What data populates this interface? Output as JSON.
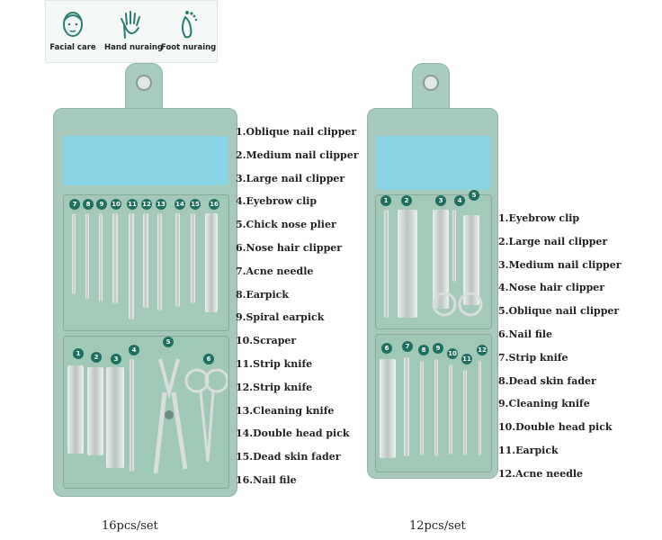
{
  "top_icons": [
    {
      "label": "Facial care",
      "icon": "face-icon"
    },
    {
      "label": "Hand nuraing",
      "icon": "hand-icon"
    },
    {
      "label": "Foot nuraing",
      "icon": "foot-icon"
    }
  ],
  "set16": {
    "label": "16pcs/set",
    "badges_top": [
      "7",
      "8",
      "9",
      "10",
      "11",
      "12",
      "13",
      "14",
      "15",
      "16"
    ],
    "badges_bottom": [
      "1",
      "2",
      "3",
      "4",
      "5",
      "6"
    ],
    "items": [
      "1.Oblique nail clipper",
      "2.Medium nail clipper",
      "3.Large nail clipper",
      "4.Eyebrow clip",
      "5.Chick nose plier",
      "6.Nose hair clipper",
      "7.Acne needle",
      "8.Earpick",
      "9.Spiral earpick",
      "10.Scraper",
      "11.Strip knife",
      "12.Strip knife",
      "13.Cleaning knife",
      "14.Double head pick",
      "15.Dead skin fader",
      "16.Nail file"
    ]
  },
  "set12": {
    "label": "12pcs/set",
    "badges_top": [
      "1",
      "2",
      "3",
      "4",
      "5"
    ],
    "badges_bottom": [
      "6",
      "7",
      "8",
      "9",
      "10",
      "11",
      "12"
    ],
    "items": [
      "1.Eyebrow clip",
      "2.Large nail clipper",
      "3.Medium nail clipper",
      "4.Nose hair clipper",
      "5.Oblique nail clipper",
      "6.Nail file",
      "7.Strip knife",
      "8.Dead skin fader",
      "9.Cleaning knife",
      "10.Double head pick",
      "11.Earpick",
      "12.Acne needle"
    ]
  },
  "colors": {
    "case": "#a7c9bb",
    "inner": "#88d4e4",
    "badge": "#1f6f5e"
  }
}
